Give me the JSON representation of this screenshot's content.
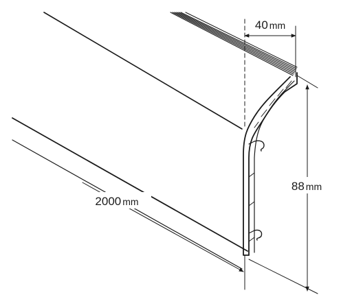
{
  "dimensions": {
    "width": {
      "value": "40",
      "unit": "mm"
    },
    "height": {
      "value": "88",
      "unit": "mm"
    },
    "length": {
      "value": "2000",
      "unit": "mm"
    }
  },
  "colors": {
    "line": "#1a1a1a",
    "background": "#ffffff"
  }
}
